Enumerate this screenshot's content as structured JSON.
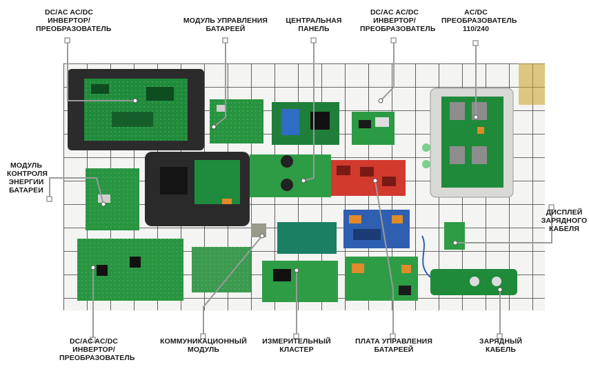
{
  "labels": {
    "inv_top_left": [
      "DC/AC AC/DC",
      "ИНВЕРТОР/",
      "ПРЕОБРАЗОВАТЕЛЬ"
    ],
    "bms": [
      "МОДУЛЬ УПРАВЛЕНИЯ",
      "БАТАРЕЕЙ"
    ],
    "central_panel": [
      "ЦЕНТРАЛЬНАЯ",
      "ПАНЕЛЬ"
    ],
    "inv_top_mid": [
      "DC/AC AC/DC",
      "ИНВЕРТОР/",
      "ПРЕОБРАЗОВАТЕЛЬ"
    ],
    "acdc": [
      "AC/DC",
      "ПРЕОБРАЗОВАТЕЛЬ",
      "110/240"
    ],
    "energy_module": [
      "МОДУЛЬ",
      "КОНТРОЛЯ",
      "ЭНЕРГИИ",
      "БАТАРЕИ"
    ],
    "charge_display": [
      "ДИСПЛЕЙ",
      "ЗАРЯДНОГО",
      "КАБЕЛЯ"
    ],
    "inv_bottom": [
      "DC/AC AC/DC",
      "ИНВЕРТОР/",
      "ПРЕОБРАЗОВАТЕЛЬ"
    ],
    "comm_module": [
      "КОММУНИКАЦИОННЫЙ",
      "МОДУЛЬ"
    ],
    "meter_cluster": [
      "ИЗМЕРИТЕЛЬНЫЙ",
      "КЛАСТЕР"
    ],
    "battery_board": [
      "ПЛАТА УПРАВЛЕНИЯ",
      "БАТАРЕЕЙ"
    ],
    "charge_cable": [
      "ЗАРЯДНЫЙ",
      "КАБЕЛЬ"
    ]
  },
  "colors": {
    "pcb_green": "#1f8a3a",
    "pcb_dark": "#136b2b",
    "pcb_red": "#d23a2e",
    "pcb_blue": "#2f5fb0",
    "housing": "#2a2a2a",
    "grid_paper": "#f2f2f2",
    "leader": "#8a8a8a"
  }
}
